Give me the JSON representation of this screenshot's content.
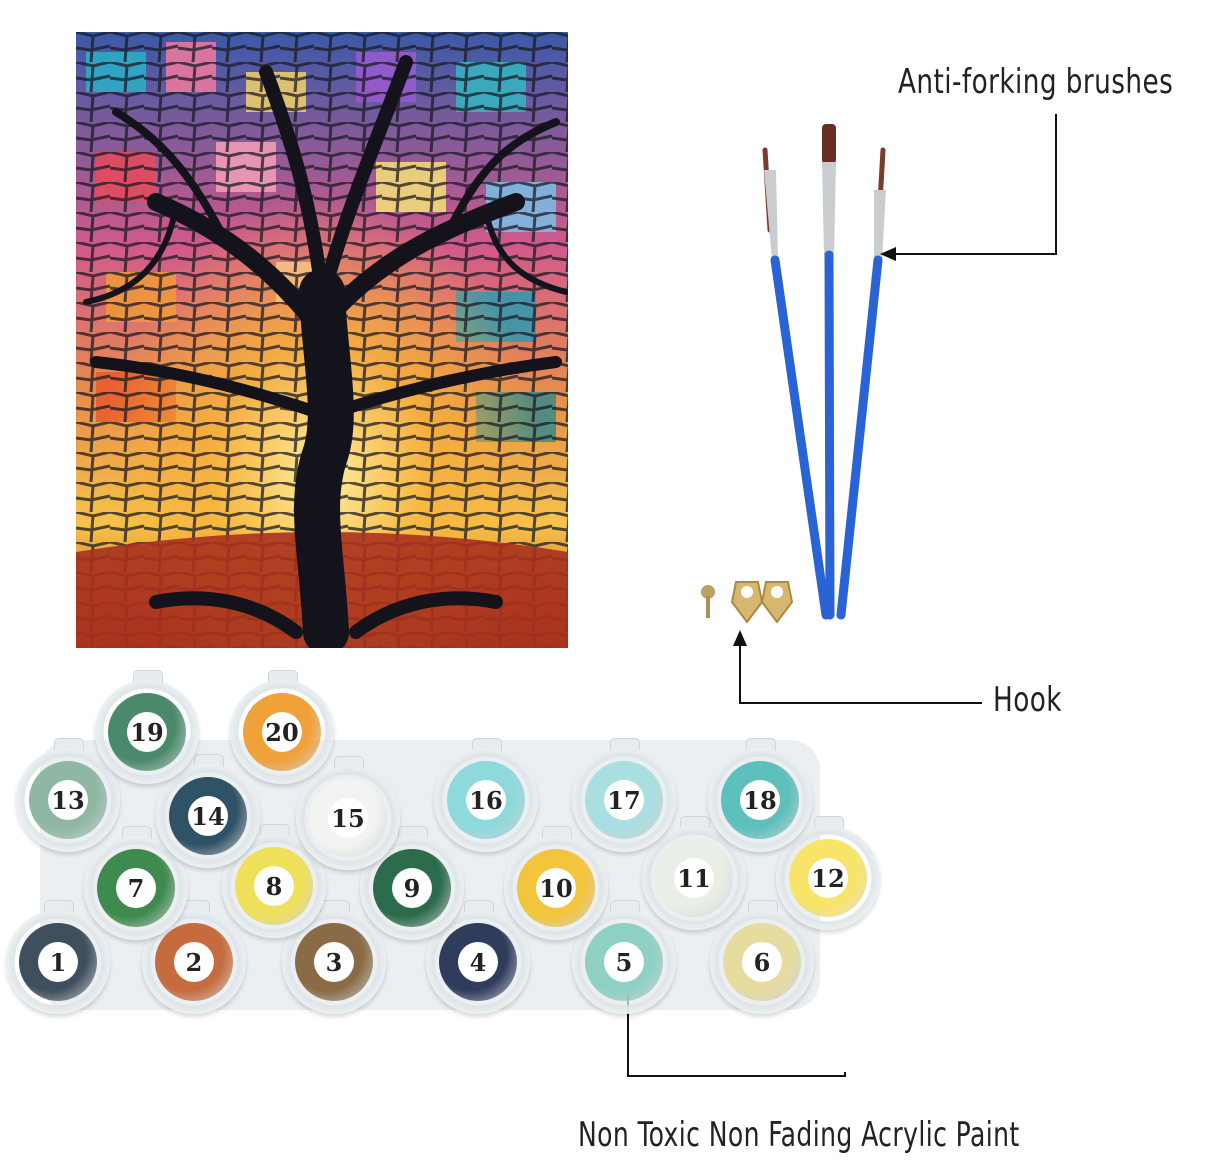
{
  "labels": {
    "brushes": "Anti-forking brushes",
    "hook": "Hook",
    "paint": "Non Toxic Non Fading Acrylic Paint"
  },
  "pots": [
    {
      "num": "1",
      "color": "#3f4f5e"
    },
    {
      "num": "2",
      "color": "#c66b3d"
    },
    {
      "num": "3",
      "color": "#8a6b45"
    },
    {
      "num": "4",
      "color": "#2f3c5c"
    },
    {
      "num": "5",
      "color": "#8fd0c4"
    },
    {
      "num": "6",
      "color": "#e7dca0"
    },
    {
      "num": "7",
      "color": "#3f8a4e"
    },
    {
      "num": "8",
      "color": "#efe05a"
    },
    {
      "num": "9",
      "color": "#2d6c4b"
    },
    {
      "num": "10",
      "color": "#f2c53c"
    },
    {
      "num": "11",
      "color": "#e9efe6"
    },
    {
      "num": "12",
      "color": "#f7e468"
    },
    {
      "num": "13",
      "color": "#8fb7a4"
    },
    {
      "num": "14",
      "color": "#2f5266"
    },
    {
      "num": "15",
      "color": "#f3f4f1"
    },
    {
      "num": "16",
      "color": "#8ed9dc"
    },
    {
      "num": "17",
      "color": "#a9dfe0"
    },
    {
      "num": "18",
      "color": "#5ec0bc"
    },
    {
      "num": "19",
      "color": "#4a8a6a"
    },
    {
      "num": "20",
      "color": "#f0a13a"
    }
  ]
}
